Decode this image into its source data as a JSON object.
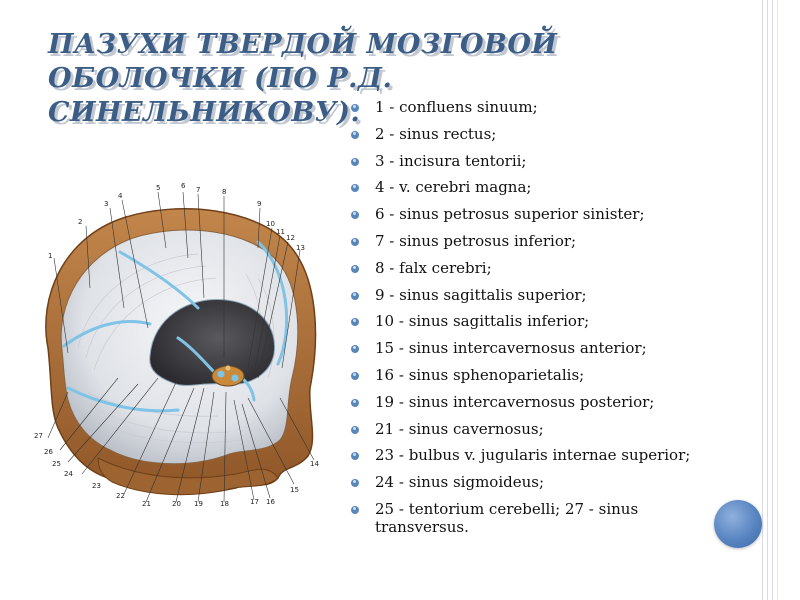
{
  "slide": {
    "title": "ПАЗУХИ ТВЕРДОЙ МОЗГОВОЙ ОБОЛОЧКИ (ПО Р.Д. СИНЕЛЬНИКОВУ).",
    "legend": [
      "1 - confluens sinuum;",
      "2 - sinus rectus;",
      "3 - incisura tentorii;",
      "4 - v. cerebri magna;",
      "6 - sinus petrosus superior sinister;",
      "7 - sinus petrosus inferior;",
      "8 - falx cerebri;",
      "9 - sinus sagittalis superior;",
      "10 - sinus sagittalis inferior;",
      "15 - sinus intercavernosus anterior;",
      "16 - sinus sphenoparietalis;",
      "19 - sinus intercavernosus posterior;",
      "21 - sinus cavernosus;",
      "23 - bulbus v. jugularis internae superior;",
      "24 - sinus sigmoideus;",
      "25 - tentorium cerebelli; 27 - sinus transversus."
    ],
    "figure_numbers": [
      "1",
      "2",
      "3",
      "4",
      "5",
      "6",
      "7",
      "8",
      "9",
      "10",
      "11",
      "12",
      "13",
      "14",
      "15",
      "16",
      "17",
      "18",
      "19",
      "20",
      "21",
      "22",
      "23",
      "24",
      "25",
      "26",
      "27"
    ]
  },
  "colors": {
    "title": "#3c5d86",
    "bullet": "#5a85b9",
    "bone": "#b5773e",
    "dura": "#e6e8ec",
    "sinus": "#7fc3e6",
    "nav_button": "#5884c2"
  }
}
